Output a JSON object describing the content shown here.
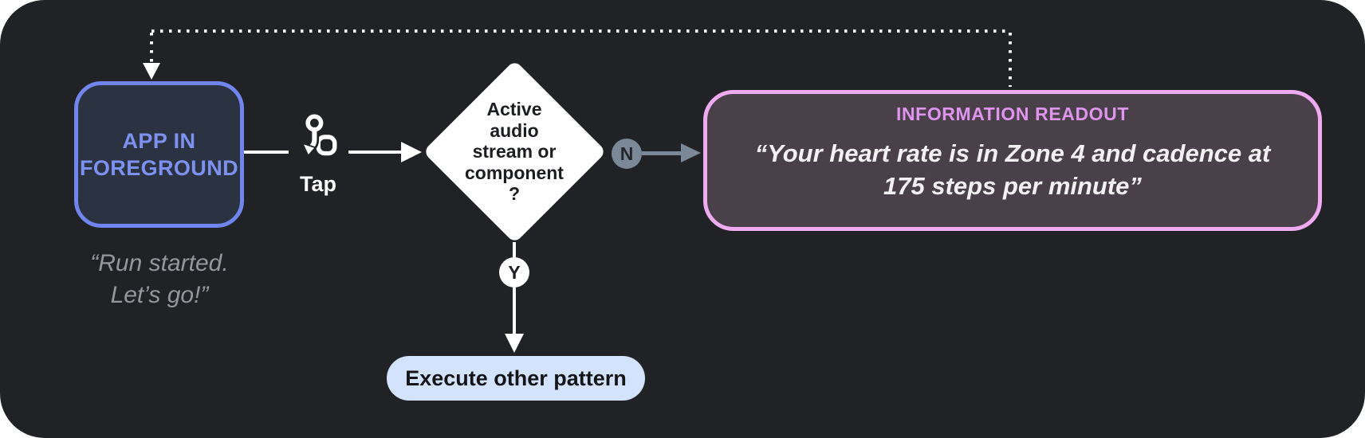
{
  "colors": {
    "canvas_bg": "#212225",
    "page_bg": "#ffffff",
    "connector_white": "#ffffff",
    "app_border": "#7086ee",
    "app_fill": "#2b3342",
    "app_text": "#7d92f0",
    "caption_text": "#94989c",
    "branch_slate": "#7b8898",
    "readout_border": "#eeabf2",
    "readout_fill": "#4a4049",
    "readout_title": "#df95ee",
    "pill_fill": "#d3e3fd"
  },
  "app_node": {
    "label_lines": [
      "APP IN",
      "FOREGROUND"
    ],
    "caption_lines": [
      "“Run started.",
      "Let’s go!”"
    ]
  },
  "tap_step": {
    "icon": "tap-gesture-icon",
    "label": "Tap"
  },
  "decision_node": {
    "lines": [
      "Active",
      "audio",
      "stream or",
      "component",
      "?"
    ]
  },
  "branch_no": {
    "label": "N"
  },
  "branch_yes": {
    "label": "Y"
  },
  "readout_node": {
    "title": "INFORMATION READOUT",
    "quote_lines": [
      "“Your heart rate is in Zone 4 and cadence at",
      "175 steps per minute”"
    ]
  },
  "execute_node": {
    "label": "Execute other pattern"
  }
}
